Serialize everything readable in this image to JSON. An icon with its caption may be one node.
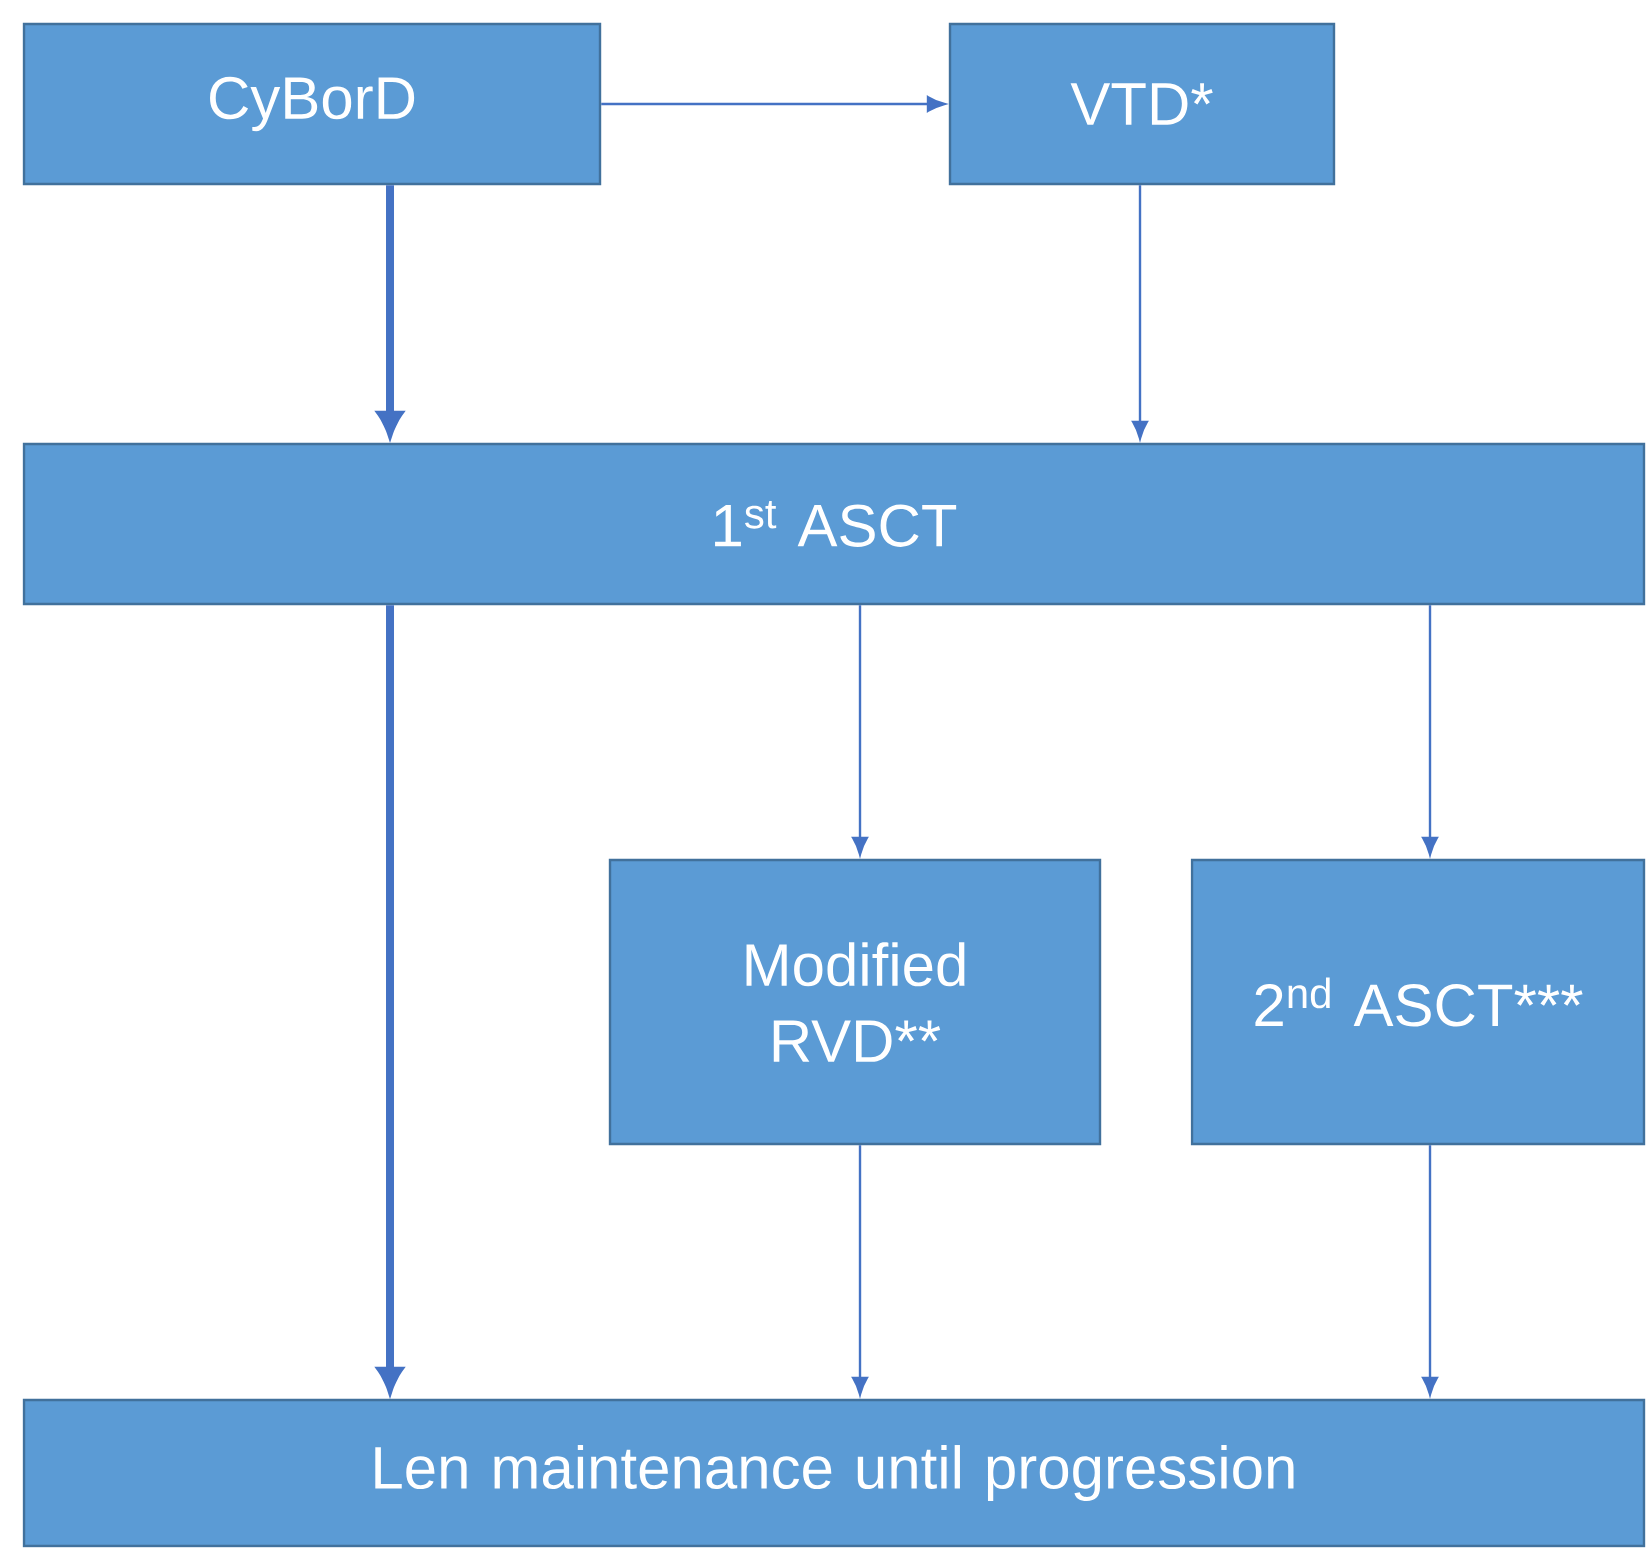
{
  "diagram": {
    "nodes": [
      {
        "text": [
          "CyBorD"
        ]
      },
      {
        "text": [
          "VTD*"
        ]
      },
      {
        "text": [
          "1$^{st}$ ASCT"
        ]
      },
      {
        "text": [
          "Modified RVD**"
        ]
      },
      {
        "text": [
          "2$^{nd}$ ASCT***"
        ]
      },
      {
        "text": [
          "Len maintenance until progression"
        ]
      }
    ],
    "edges": [
      {
        "from": 0,
        "to": 1,
        "arrow": "to"
      },
      {
        "from": 0,
        "to": 2,
        "arrow": "to",
        "style": "thick"
      },
      {
        "from": 1,
        "to": 2,
        "arrow": "to"
      },
      {
        "from": 2,
        "to": 5,
        "arrow": "to",
        "style": "thick"
      },
      {
        "from": 2,
        "to": 3,
        "arrow": "to"
      },
      {
        "from": 2,
        "to": 4,
        "arrow": "to"
      },
      {
        "from": 3,
        "to": 5,
        "arrow": "to"
      },
      {
        "from": 4,
        "to": 5,
        "arrow": "to"
      }
    ]
  }
}
